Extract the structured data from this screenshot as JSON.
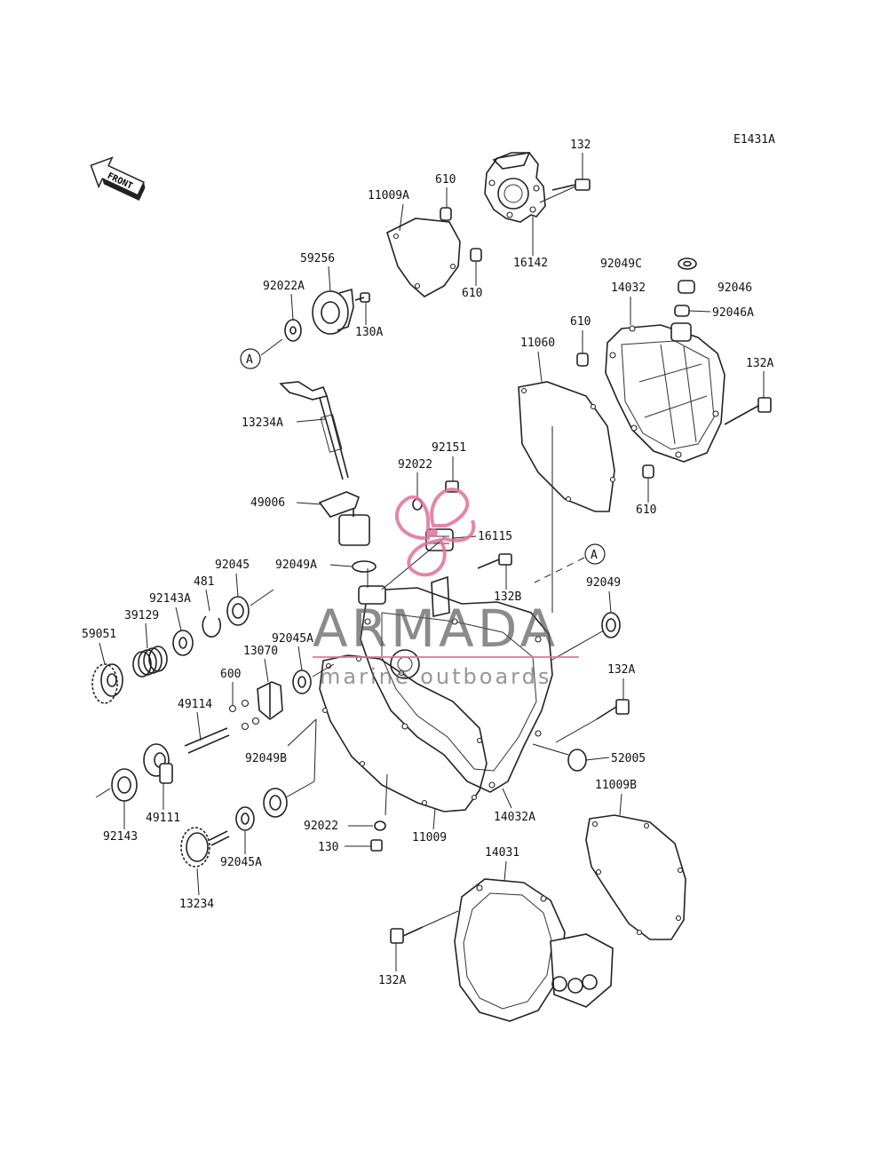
{
  "diagram": {
    "code": "E1431A",
    "front_label": "FRONT",
    "ref_marker": "A",
    "parts": {
      "p132": "132",
      "p610a": "610",
      "p11009A": "11009A",
      "p16142": "16142",
      "p610b": "610",
      "p59256": "59256",
      "p92022A": "92022A",
      "p130A": "130A",
      "p92049C": "92049C",
      "p92046": "92046",
      "p92046A": "92046A",
      "p14032": "14032",
      "p610c": "610",
      "p11060": "11060",
      "p132A_top": "132A",
      "p13234A": "13234A",
      "p92151": "92151",
      "p92022_mid": "92022",
      "p610d": "610",
      "p49006": "49006",
      "p16115": "16115",
      "p92049A": "92049A",
      "p132B": "132B",
      "p92045": "92045",
      "p481": "481",
      "p92143A": "92143A",
      "p39129": "39129",
      "p92049": "92049",
      "p59051": "59051",
      "p92045A_top": "92045A",
      "p13070": "13070",
      "p132A_mid": "132A",
      "p600": "600",
      "p49114": "49114",
      "p92049B": "92049B",
      "p52005": "52005",
      "p11009B": "11009B",
      "p49111": "49111",
      "p92143": "92143",
      "p92022_low": "92022",
      "p14032A": "14032A",
      "p11009": "11009",
      "p130": "130",
      "p92045A_low": "92045A",
      "p14031": "14031",
      "p13234": "13234",
      "p132A_low": "132A"
    }
  },
  "watermark": {
    "brand": "ARMADA",
    "tagline": "marine outboards",
    "accent_color": "#e0719b"
  }
}
